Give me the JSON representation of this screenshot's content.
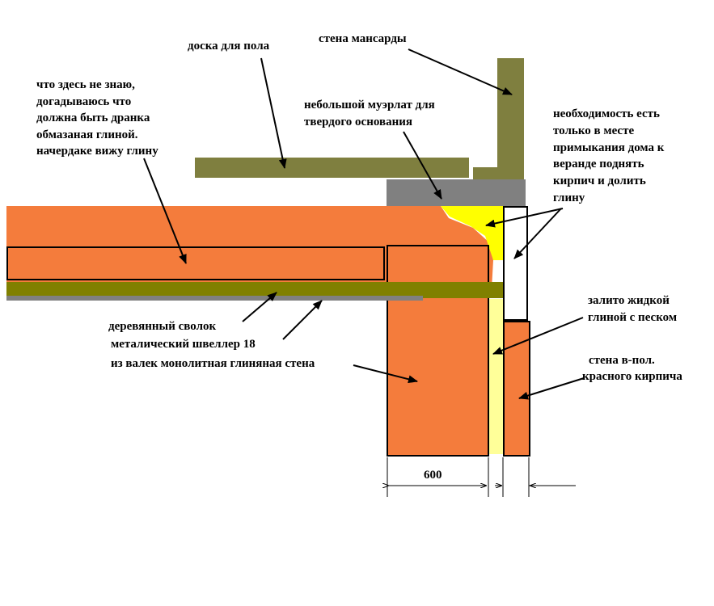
{
  "labels": {
    "floor_board": "доска для пола",
    "attic_wall": "стена мансарды",
    "unknown_line1": "что здесь не знаю,",
    "unknown_line2": "догадываюсь что",
    "unknown_line3": "должна быть дранка",
    "unknown_line4": "обмазаная глиной.",
    "unknown_line5": "начердаке вижу глину",
    "mauerlat_line1": "небольшой муэрлат для",
    "mauerlat_line2": "твердого основания",
    "need_line1": "необходимость есть",
    "need_line2": "только в  месте",
    "need_line3": "примыкания дома к",
    "need_line4": "веранде поднять",
    "need_line5": "кирпич и долить",
    "need_line6": "глину",
    "filled_line1": "залито жидкой",
    "filled_line2": "глиной с песком",
    "wooden_beam": "деревянный сволок",
    "channel": "металический швеллер 18",
    "clay_wall": "из валек монолитная глиняная стена",
    "brick_line1": "стена в-пол.",
    "brick_line2": "красного кирпича",
    "dimension": "600"
  },
  "colors": {
    "clay_orange": "#f47c3c",
    "olive": "#7f7f3f",
    "beam_olive": "#808000",
    "gray": "#808080",
    "yellow": "#ffff00",
    "pale_yellow": "#ffff99",
    "outline": "#000000"
  }
}
